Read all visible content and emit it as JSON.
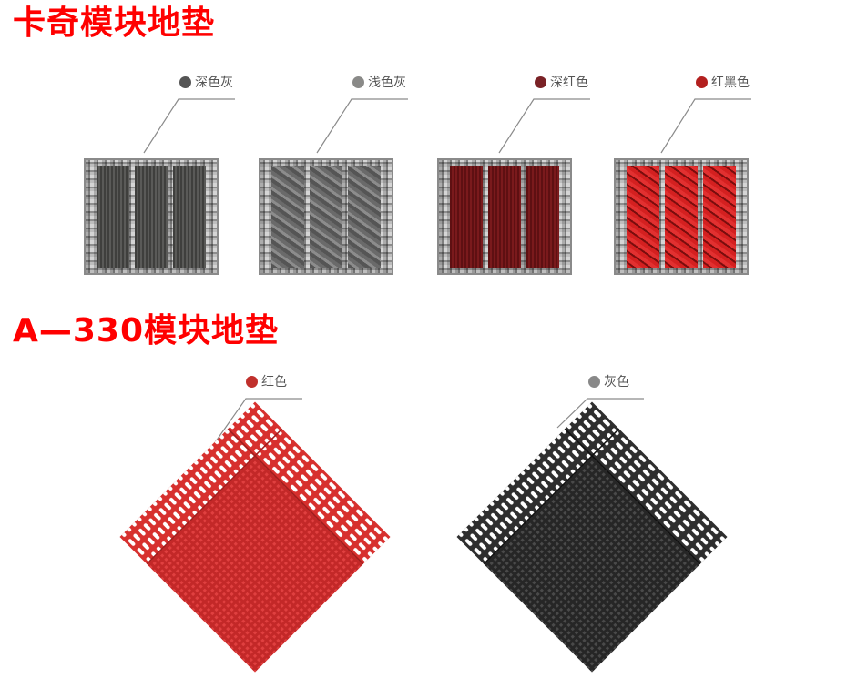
{
  "sections": [
    {
      "title": "卡奇模块地垫",
      "variants": [
        {
          "label": "深色灰",
          "dot_color": "#555555",
          "strip_color": "#4a4a48",
          "pattern": "ribbed"
        },
        {
          "label": "浅色灰",
          "dot_color": "#8a8a88",
          "strip_color": "#6e6e6e",
          "pattern": "marbled"
        },
        {
          "label": "深红色",
          "dot_color": "#7a2226",
          "strip_color": "#6e1416",
          "pattern": "ribbed"
        },
        {
          "label": "红黑色",
          "dot_color": "#b3201f",
          "strip_color": "#c41a1a",
          "pattern": "marbled"
        }
      ]
    },
    {
      "title": "A—330模块地垫",
      "variants": [
        {
          "label": "红色",
          "dot_color": "#c0302c",
          "tile_color": "#d7302e"
        },
        {
          "label": "灰色",
          "dot_color": "#888888",
          "tile_color": "#2e2e2e"
        }
      ]
    }
  ]
}
